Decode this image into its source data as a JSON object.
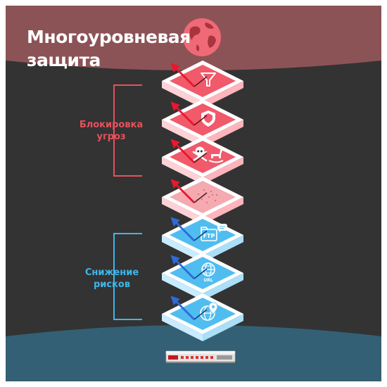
{
  "header": {
    "title_line1": "Многоуровневая",
    "title_line2": "защита",
    "globe_icon": "globe-icon"
  },
  "groups": {
    "threat_blocking": {
      "line1": "Блокировка",
      "line2": "угроз",
      "color": "#e8505b"
    },
    "risk_reduction": {
      "line1": "Снижение",
      "line2": "рисков",
      "color": "#3fb6ea"
    }
  },
  "layers": [
    {
      "group": "threat_blocking",
      "icon": "filter-icon"
    },
    {
      "group": "threat_blocking",
      "icon": "shield-icon"
    },
    {
      "group": "threat_blocking",
      "icon": "skull-crossbones-and-trojan-horse-icon"
    },
    {
      "group": "threat_blocking",
      "icon": "sandbox-icon"
    },
    {
      "group": "risk_reduction",
      "icon": "ftp-chat-icon",
      "label": "FTP"
    },
    {
      "group": "risk_reduction",
      "icon": "url-globe-icon",
      "label": "URL"
    },
    {
      "group": "risk_reduction",
      "icon": "geo-location-globe-icon"
    }
  ],
  "device": {
    "icon": "firewall-appliance-icon"
  },
  "colors": {
    "background": "#333333",
    "header_band": "#8c5357",
    "footer_band": "#346075",
    "red_accent": "#e8505b",
    "red_layer": "#f05a6a",
    "sandbox_layer": "#f4aab0",
    "blue_layer": "#50bdf0",
    "blue_accent": "#2f6ad8"
  }
}
